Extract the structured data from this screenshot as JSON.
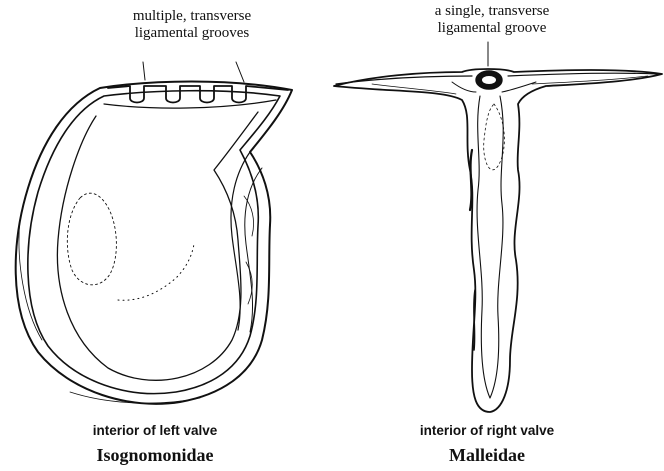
{
  "figures": [
    {
      "callout_line1": "multiple, transverse",
      "callout_line2": "ligamental grooves",
      "caption": "interior of left valve",
      "family": "Isognomonidae"
    },
    {
      "callout_line1": "a single, transverse",
      "callout_line2": "ligamental groove",
      "caption": "interior of right valve",
      "family": "Malleidae"
    }
  ],
  "colors": {
    "ink": "#111111",
    "background": "#ffffff"
  }
}
